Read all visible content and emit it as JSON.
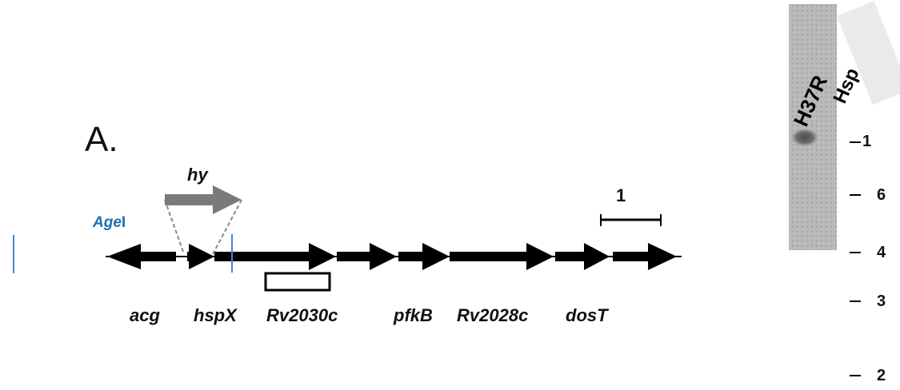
{
  "figure": {
    "panel_label": "A.",
    "restriction_site": {
      "prefix": "Age",
      "suffix": "I",
      "color": "#1f6fb5"
    },
    "cassette_label": "hy",
    "scale_bar_label": "1",
    "genes": [
      {
        "name": "acg",
        "direction": "left"
      },
      {
        "name": "hspX",
        "direction": "right"
      },
      {
        "name": "Rv2030c",
        "direction": "right"
      },
      {
        "name": "pfkB",
        "direction": "right"
      },
      {
        "name": "Rv2028c",
        "direction": "right"
      },
      {
        "name": "dosT",
        "direction": "right"
      }
    ],
    "blot": {
      "lanes": [
        "H37R",
        "Hsp"
      ],
      "markers": [
        "1",
        "6",
        "4",
        "3",
        "2"
      ]
    },
    "colors": {
      "arrow": "#000000",
      "cassette": "#7a7a7a",
      "site_line": "#4a86c8"
    }
  }
}
